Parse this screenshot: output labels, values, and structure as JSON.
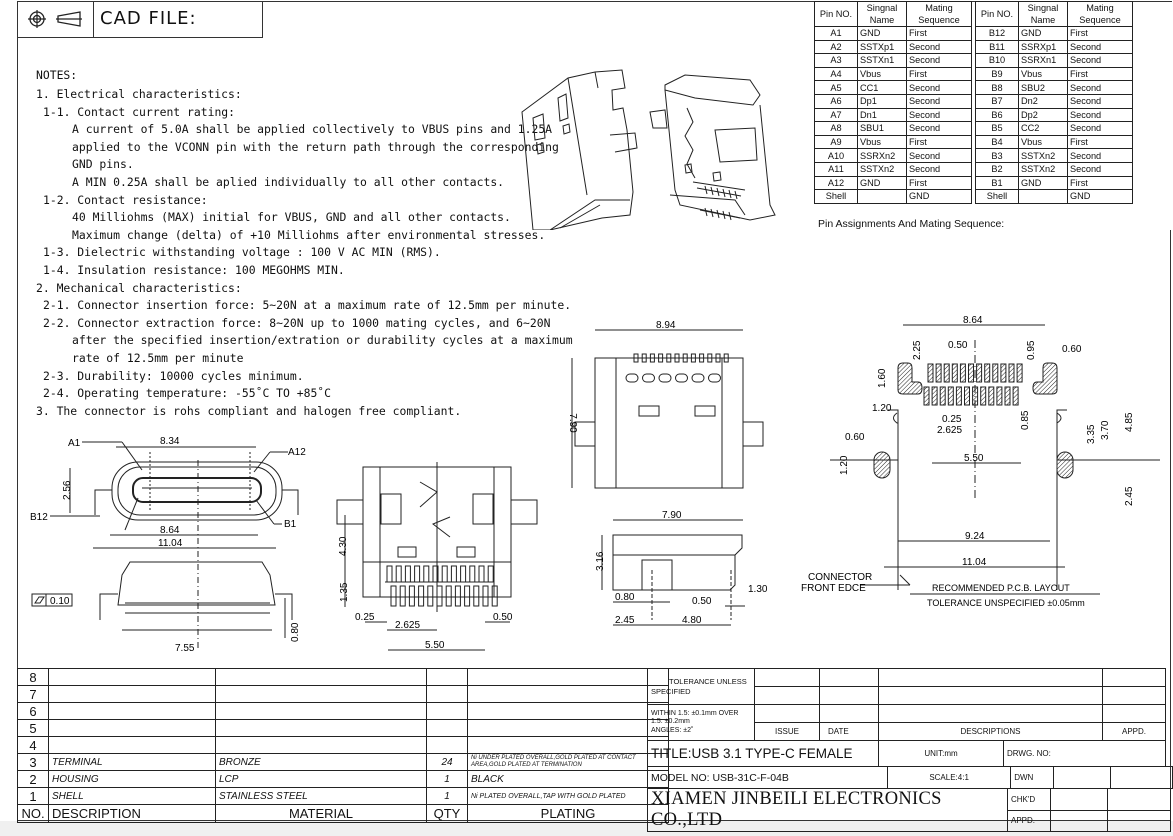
{
  "header": {
    "cad_label": "CAD FILE:",
    "icons": [
      "first-angle-projection-target-icon",
      "first-angle-projection-cone-icon"
    ]
  },
  "notes": {
    "title": "NOTES:",
    "lines": [
      {
        "level": 1,
        "text": "1. Electrical characteristics:"
      },
      {
        "level": 2,
        "text": "1-1. Contact current rating:"
      },
      {
        "level": 3,
        "text": "A current of 5.0A shall be applied collectively to VBUS pins and 1.25A"
      },
      {
        "level": 3,
        "text": "applied to the VCONN pin with the return path through the corresponding"
      },
      {
        "level": 3,
        "text": "GND pins."
      },
      {
        "level": 3,
        "text": "A MIN 0.25A shall be aplied individually to all other contacts."
      },
      {
        "level": 2,
        "text": "1-2. Contact resistance:"
      },
      {
        "level": 3,
        "text": "40 Milliohms (MAX) initial for VBUS, GND and all other contacts."
      },
      {
        "level": 3,
        "text": "Maximum change (delta) of +10 Milliohms after environmental stresses."
      },
      {
        "level": 2,
        "text": "1-3. Dielectric withstanding voltage : 100 V AC MIN (RMS)."
      },
      {
        "level": 2,
        "text": "1-4. Insulation resistance: 100 MEGOHMS MIN."
      },
      {
        "level": 1,
        "text": "2. Mechanical characteristics:"
      },
      {
        "level": 2,
        "text": "2-1. Connector insertion force: 5~20N at a maximum rate of 12.5mm per minute."
      },
      {
        "level": 2,
        "text": "2-2. Connector extraction force: 8~20N up to 1000 mating cycles, and 6~20N"
      },
      {
        "level": 3,
        "text": "after the specified insertion/extration or durability cycles at a maximum"
      },
      {
        "level": 3,
        "text": "rate of 12.5mm per minute"
      },
      {
        "level": 2,
        "text": "2-3. Durability: 10000 cycles minimum."
      },
      {
        "level": 2,
        "text": "2-4. Operating temperature: -55˚C TO +85˚C"
      },
      {
        "level": 1,
        "text": "3. The connector is rohs compliant and halogen free compliant."
      }
    ]
  },
  "pin_table": {
    "headers": [
      "Pin NO.",
      "Singnal Name",
      "Mating Sequence"
    ],
    "left": [
      [
        "A1",
        "GND",
        "First"
      ],
      [
        "A2",
        "SSTXp1",
        "Second"
      ],
      [
        "A3",
        "SSTXn1",
        "Second"
      ],
      [
        "A4",
        "Vbus",
        "First"
      ],
      [
        "A5",
        "CC1",
        "Second"
      ],
      [
        "A6",
        "Dp1",
        "Second"
      ],
      [
        "A7",
        "Dn1",
        "Second"
      ],
      [
        "A8",
        "SBU1",
        "Second"
      ],
      [
        "A9",
        "Vbus",
        "First"
      ],
      [
        "A10",
        "SSRXn2",
        "Second"
      ],
      [
        "A11",
        "SSTXn2",
        "Second"
      ],
      [
        "A12",
        "GND",
        "First"
      ],
      [
        "Shell",
        "",
        "GND"
      ]
    ],
    "right": [
      [
        "B12",
        "GND",
        "First"
      ],
      [
        "B11",
        "SSRXp1",
        "Second"
      ],
      [
        "B10",
        "SSRXn1",
        "Second"
      ],
      [
        "B9",
        "Vbus",
        "First"
      ],
      [
        "B8",
        "SBU2",
        "Second"
      ],
      [
        "B7",
        "Dn2",
        "Second"
      ],
      [
        "B6",
        "Dp2",
        "Second"
      ],
      [
        "B5",
        "CC2",
        "Second"
      ],
      [
        "B4",
        "Vbus",
        "First"
      ],
      [
        "B3",
        "SSTXn2",
        "Second"
      ],
      [
        "B2",
        "SSTXn2",
        "Second"
      ],
      [
        "B1",
        "GND",
        "First"
      ],
      [
        "Shell",
        "",
        "GND"
      ]
    ],
    "caption": "Pin Assignments And Mating Sequence:"
  },
  "views": {
    "front": {
      "d_top": "8.34",
      "d_height": "2.56",
      "d_mid": "8.64",
      "d_total": "11.04",
      "lbl_a1": "A1",
      "lbl_a12": "A12",
      "lbl_b12": "B12",
      "lbl_b1": "B1"
    },
    "front_bottom": {
      "flatness": "0.10",
      "d_width": "7.55",
      "d_height": "0.80"
    },
    "rear": {
      "d_h1": "4.30",
      "d_h2": "1.35",
      "d_pin_w": "0.25",
      "d_pin_off": "2.625",
      "d_pitch": "0.50",
      "d_span": "5.50"
    },
    "top": {
      "d_width": "8.94",
      "d_height": "7.90"
    },
    "side": {
      "d_len": "7.90",
      "d_h": "3.16",
      "d_tab": "1.30",
      "d_a": "0.80",
      "d_b": "0.50",
      "d_c": "2.45",
      "d_d": "4.80"
    },
    "pcb": {
      "d_width": "8.64",
      "d_225": "2.25",
      "d_pitch": "0.50",
      "d_095": "0.95",
      "d_060a": "0.60",
      "d_160": "1.60",
      "d_120a": "1.20",
      "d_025": "0.25",
      "d_2625": "2.625",
      "d_085": "0.85",
      "d_335": "3.35",
      "d_370": "3.70",
      "d_485": "4.85",
      "d_060b": "0.60",
      "d_120b": "1.20",
      "d_550": "5.50",
      "d_245": "2.45",
      "d_924": "9.24",
      "d_1104": "11.04",
      "edge_label_1": "CONNECTOR",
      "edge_label_2": "FRONT EDCE",
      "caption_1": "RECOMMENDED  P.C.B. LAYOUT",
      "caption_2": "TOLERANCE UNSPECIFIED ±0.05mm"
    }
  },
  "bom": {
    "rows": [
      {
        "no": "8",
        "desc": "",
        "material": "",
        "qty": "",
        "plating": ""
      },
      {
        "no": "7",
        "desc": "",
        "material": "",
        "qty": "",
        "plating": ""
      },
      {
        "no": "6",
        "desc": "",
        "material": "",
        "qty": "",
        "plating": ""
      },
      {
        "no": "5",
        "desc": "",
        "material": "",
        "qty": "",
        "plating": ""
      },
      {
        "no": "4",
        "desc": "",
        "material": "",
        "qty": "",
        "plating": ""
      },
      {
        "no": "3",
        "desc": "TERMINAL",
        "material": "BRONZE",
        "qty": "24",
        "plating": "Ni UNDER PLATED OVERALL,GOLD PLATED AT CONTACT AREA,GOLD PLATED AT TERMINATION"
      },
      {
        "no": "2",
        "desc": "HOUSING",
        "material": "LCP",
        "qty": "1",
        "plating": "BLACK"
      },
      {
        "no": "1",
        "desc": "SHELL",
        "material": "STAINLESS STEEL",
        "qty": "1",
        "plating": "Ni PLATED OVERALL,TAP WITH GOLD PLATED"
      }
    ],
    "header": {
      "no": "NO.",
      "desc": "DESCRIPTION",
      "material": "MATERIAL",
      "qty": "QTY",
      "plating": "PLATING"
    }
  },
  "title_block": {
    "tolerance_1": "TOLERANCE UNLESS",
    "tolerance_2": "SPECIFIED",
    "within_1": "WITHIN 1.5: ±0.1mm OVER",
    "within_2": "1.5:  ±0.2mm",
    "within_3": "ANGLES: ±2˚",
    "issue": "ISSUE",
    "date": "DATE",
    "descriptions": "DESCRIPTIONS",
    "appd": "APPD.",
    "title": "TITLE:USB  3.1  TYPE-C  FEMALE",
    "unit": "UNIT:mm",
    "drwg_no": "DRWG. NO:",
    "model": "MODEL  NO: USB-31C-F-04B",
    "scale": "SCALE:4:1",
    "dwn": "DWN",
    "chkd": "CHK'D",
    "appd2": "APPD.",
    "company": "XIAMEN JINBEILI ELECTRONICS CO.,LTD"
  }
}
